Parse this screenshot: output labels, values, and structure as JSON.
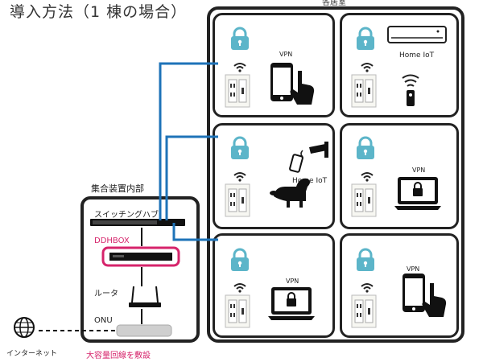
{
  "title": "導入方法（1 棟の場合）",
  "building_label": "各居室",
  "cabinet_label": "集合装置内部",
  "switch_label": "スイッチングハブ",
  "ddhbox_label": "DDHBOX",
  "router_label": "ルータ",
  "onu_label": "ONU",
  "internet_label": "インターネット",
  "cable_label": "大容量回線を敷設",
  "rooms": [
    {
      "device_label": "VPN",
      "device": "smartphone"
    },
    {
      "device_label": "Home IoT",
      "device": "air-conditioner-remote"
    },
    {
      "device_label": "Home IoT",
      "device": "camera-dog"
    },
    {
      "device_label": "VPN",
      "device": "laptop"
    },
    {
      "device_label": "VPN",
      "device": "laptop"
    },
    {
      "device_label": "VPN",
      "device": "smartphone"
    }
  ],
  "colors": {
    "accent_pink": "#d6246b",
    "cable_blue": "#1e73b8",
    "lock_teal": "#5cb5c9"
  }
}
